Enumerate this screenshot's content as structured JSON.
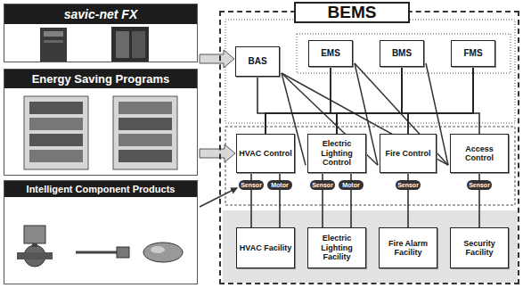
{
  "diagram": {
    "nodes": [
      {
        "text": [
          "savic-net FX"
        ]
      },
      {
        "text": [
          "Energy Saving Programs"
        ]
      },
      {
        "text": [
          "Intelligent Component Products"
        ]
      },
      {
        "text": [
          "BEMS"
        ]
      },
      {
        "text": [
          "BAS"
        ],
        "in": 3
      },
      {
        "text": [
          "EMS"
        ],
        "in": 3
      },
      {
        "text": [
          "BMS"
        ],
        "in": 3
      },
      {
        "text": [
          "FMS"
        ],
        "in": 3
      },
      {
        "text": [
          "HVAC Control"
        ],
        "in": 3
      },
      {
        "text": [
          "Electric Lighting Control"
        ],
        "in": 3
      },
      {
        "text": [
          "Fire Control"
        ],
        "in": 3
      },
      {
        "text": [
          "Access Control"
        ],
        "in": 3
      },
      {
        "text": [
          "Sensor"
        ],
        "in": 3
      },
      {
        "text": [
          "Motor"
        ],
        "in": 3
      },
      {
        "text": [
          "Sensor"
        ],
        "in": 3
      },
      {
        "text": [
          "Motor"
        ],
        "in": 3
      },
      {
        "text": [
          "Sensor"
        ],
        "in": 3
      },
      {
        "text": [
          "Sensor"
        ],
        "in": 3
      },
      {
        "text": [
          "HVAC Facility"
        ],
        "in": 3
      },
      {
        "text": [
          "Electric Lighting Facility"
        ],
        "in": 3
      },
      {
        "text": [
          "Fire Alarm Facility"
        ],
        "in": 3
      },
      {
        "text": [
          "Security Facility"
        ],
        "in": 3
      }
    ],
    "edges": [
      {
        "from": 0,
        "to": 4,
        "arrow": "to"
      },
      {
        "from": 1,
        "to": 8,
        "arrow": "to"
      },
      {
        "from": 2,
        "to": 12,
        "arrow": "to"
      },
      {
        "from": 4,
        "to": 8,
        "arrow": "none"
      },
      {
        "from": 4,
        "to": 9,
        "arrow": "none"
      },
      {
        "from": 4,
        "to": 10,
        "arrow": "none"
      },
      {
        "from": 4,
        "to": 11,
        "arrow": "none"
      },
      {
        "from": 5,
        "to": 8,
        "arrow": "none"
      },
      {
        "from": 5,
        "to": 9,
        "arrow": "none"
      },
      {
        "from": 5,
        "to": 10,
        "arrow": "none"
      },
      {
        "from": 5,
        "to": 11,
        "arrow": "none"
      },
      {
        "from": 6,
        "to": 8,
        "arrow": "none"
      },
      {
        "from": 6,
        "to": 9,
        "arrow": "none"
      },
      {
        "from": 6,
        "to": 10,
        "arrow": "none"
      },
      {
        "from": 6,
        "to": 11,
        "arrow": "none"
      },
      {
        "from": 7,
        "to": 8,
        "arrow": "none"
      },
      {
        "from": 7,
        "to": 9,
        "arrow": "none"
      },
      {
        "from": 7,
        "to": 10,
        "arrow": "none"
      },
      {
        "from": 7,
        "to": 11,
        "arrow": "none"
      },
      {
        "from": 8,
        "to": 12,
        "arrow": "none"
      },
      {
        "from": 8,
        "to": 13,
        "arrow": "none"
      },
      {
        "from": 9,
        "to": 14,
        "arrow": "none"
      },
      {
        "from": 9,
        "to": 15,
        "arrow": "none"
      },
      {
        "from": 10,
        "to": 16,
        "arrow": "none"
      },
      {
        "from": 11,
        "to": 17,
        "arrow": "none"
      },
      {
        "from": 12,
        "to": 18,
        "arrow": "none"
      },
      {
        "from": 13,
        "to": 18,
        "arrow": "none"
      },
      {
        "from": 14,
        "to": 19,
        "arrow": "none"
      },
      {
        "from": 15,
        "to": 19,
        "arrow": "none"
      },
      {
        "from": 16,
        "to": 20,
        "arrow": "none"
      },
      {
        "from": 17,
        "to": 21,
        "arrow": "none"
      }
    ]
  }
}
